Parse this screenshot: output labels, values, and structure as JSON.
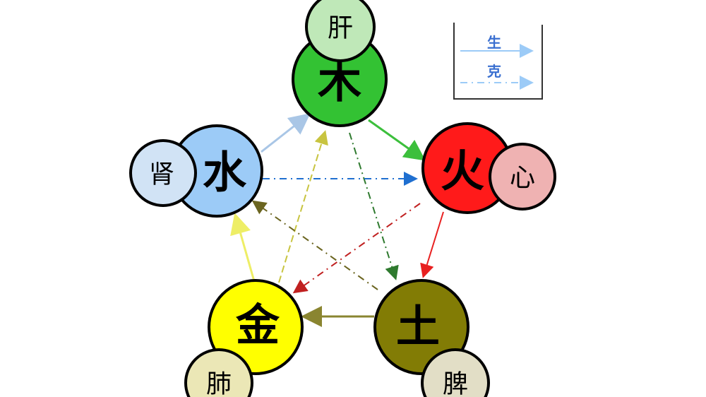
{
  "legend": {
    "generate": "生",
    "restrain": "克"
  },
  "elements": {
    "wood": {
      "label": "木",
      "organ": "肝",
      "color": "#33c233",
      "organ_color": "#bfe8b8"
    },
    "fire": {
      "label": "火",
      "organ": "心",
      "color": "#ff1a1a",
      "organ_color": "#efb2b2"
    },
    "earth": {
      "label": "土",
      "organ": "脾",
      "color": "#827c05",
      "organ_color": "#e2dec6"
    },
    "metal": {
      "label": "金",
      "organ": "肺",
      "color": "#ffff00",
      "organ_color": "#ebe7b6"
    },
    "water": {
      "label": "水",
      "organ": "肾",
      "color": "#9ccbf7",
      "organ_color": "#d1e3f5"
    }
  }
}
